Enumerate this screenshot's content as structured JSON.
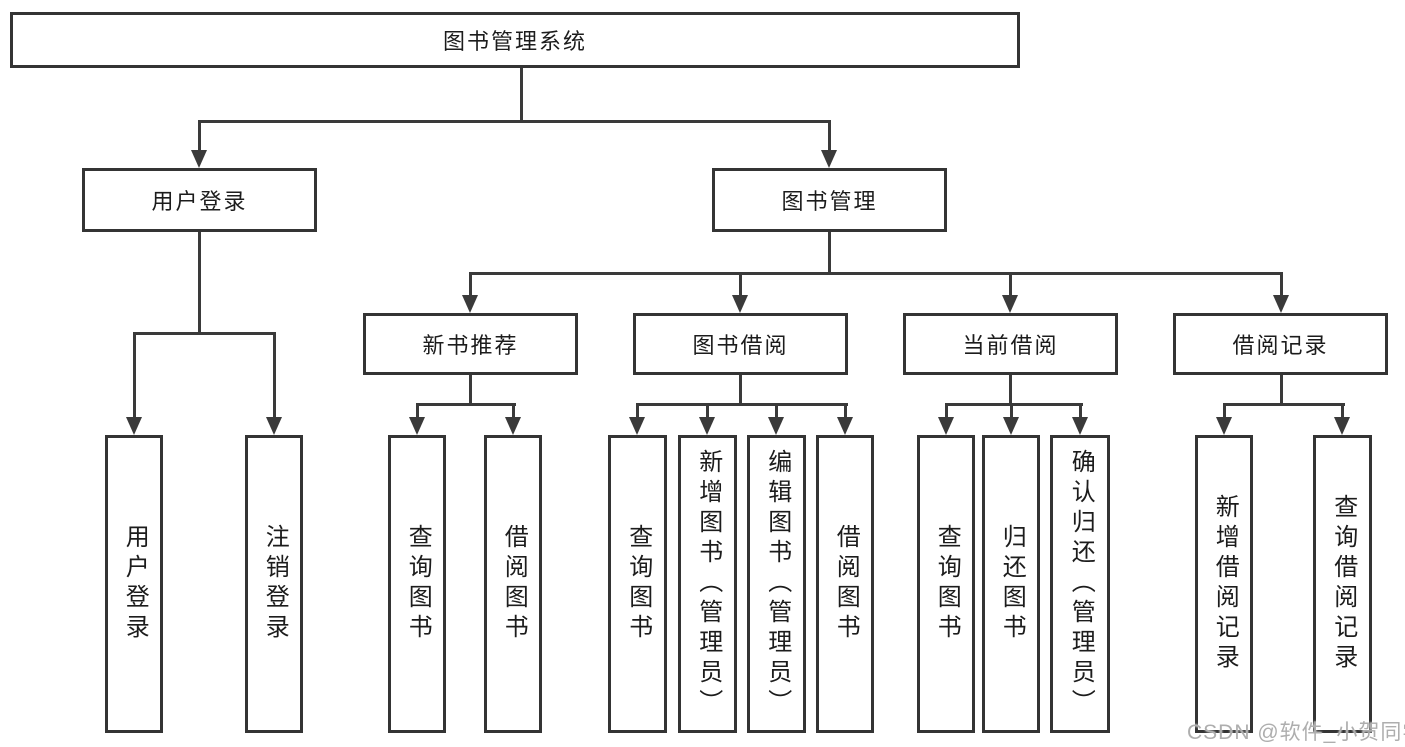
{
  "diagram": {
    "type": "hierarchy-tree",
    "root": {
      "label": "图书管理系统"
    },
    "branches": [
      {
        "label": "用户登录",
        "children": [
          {
            "label": "用户登录"
          },
          {
            "label": "注销登录"
          }
        ]
      },
      {
        "label": "图书管理",
        "children": [
          {
            "label": "新书推荐",
            "children": [
              {
                "label": "查询图书"
              },
              {
                "label": "借阅图书"
              }
            ]
          },
          {
            "label": "图书借阅",
            "children": [
              {
                "label": "查询图书"
              },
              {
                "label": "新增图书（管理员）"
              },
              {
                "label": "编辑图书（管理员）"
              },
              {
                "label": "借阅图书"
              }
            ]
          },
          {
            "label": "当前借阅",
            "children": [
              {
                "label": "查询图书"
              },
              {
                "label": "归还图书"
              },
              {
                "label": "确认归还（管理员）"
              }
            ]
          },
          {
            "label": "借阅记录",
            "children": [
              {
                "label": "新增借阅记录"
              },
              {
                "label": "查询借阅记录"
              }
            ]
          }
        ]
      }
    ]
  },
  "colors": {
    "background": "#ffffff",
    "box_border": "#343434",
    "connector_line": "#3a3a3a",
    "text": "#1c1c1c",
    "watermark": "#aeaeae"
  },
  "watermark": {
    "text": "CSDN @软件_小贺同学"
  }
}
